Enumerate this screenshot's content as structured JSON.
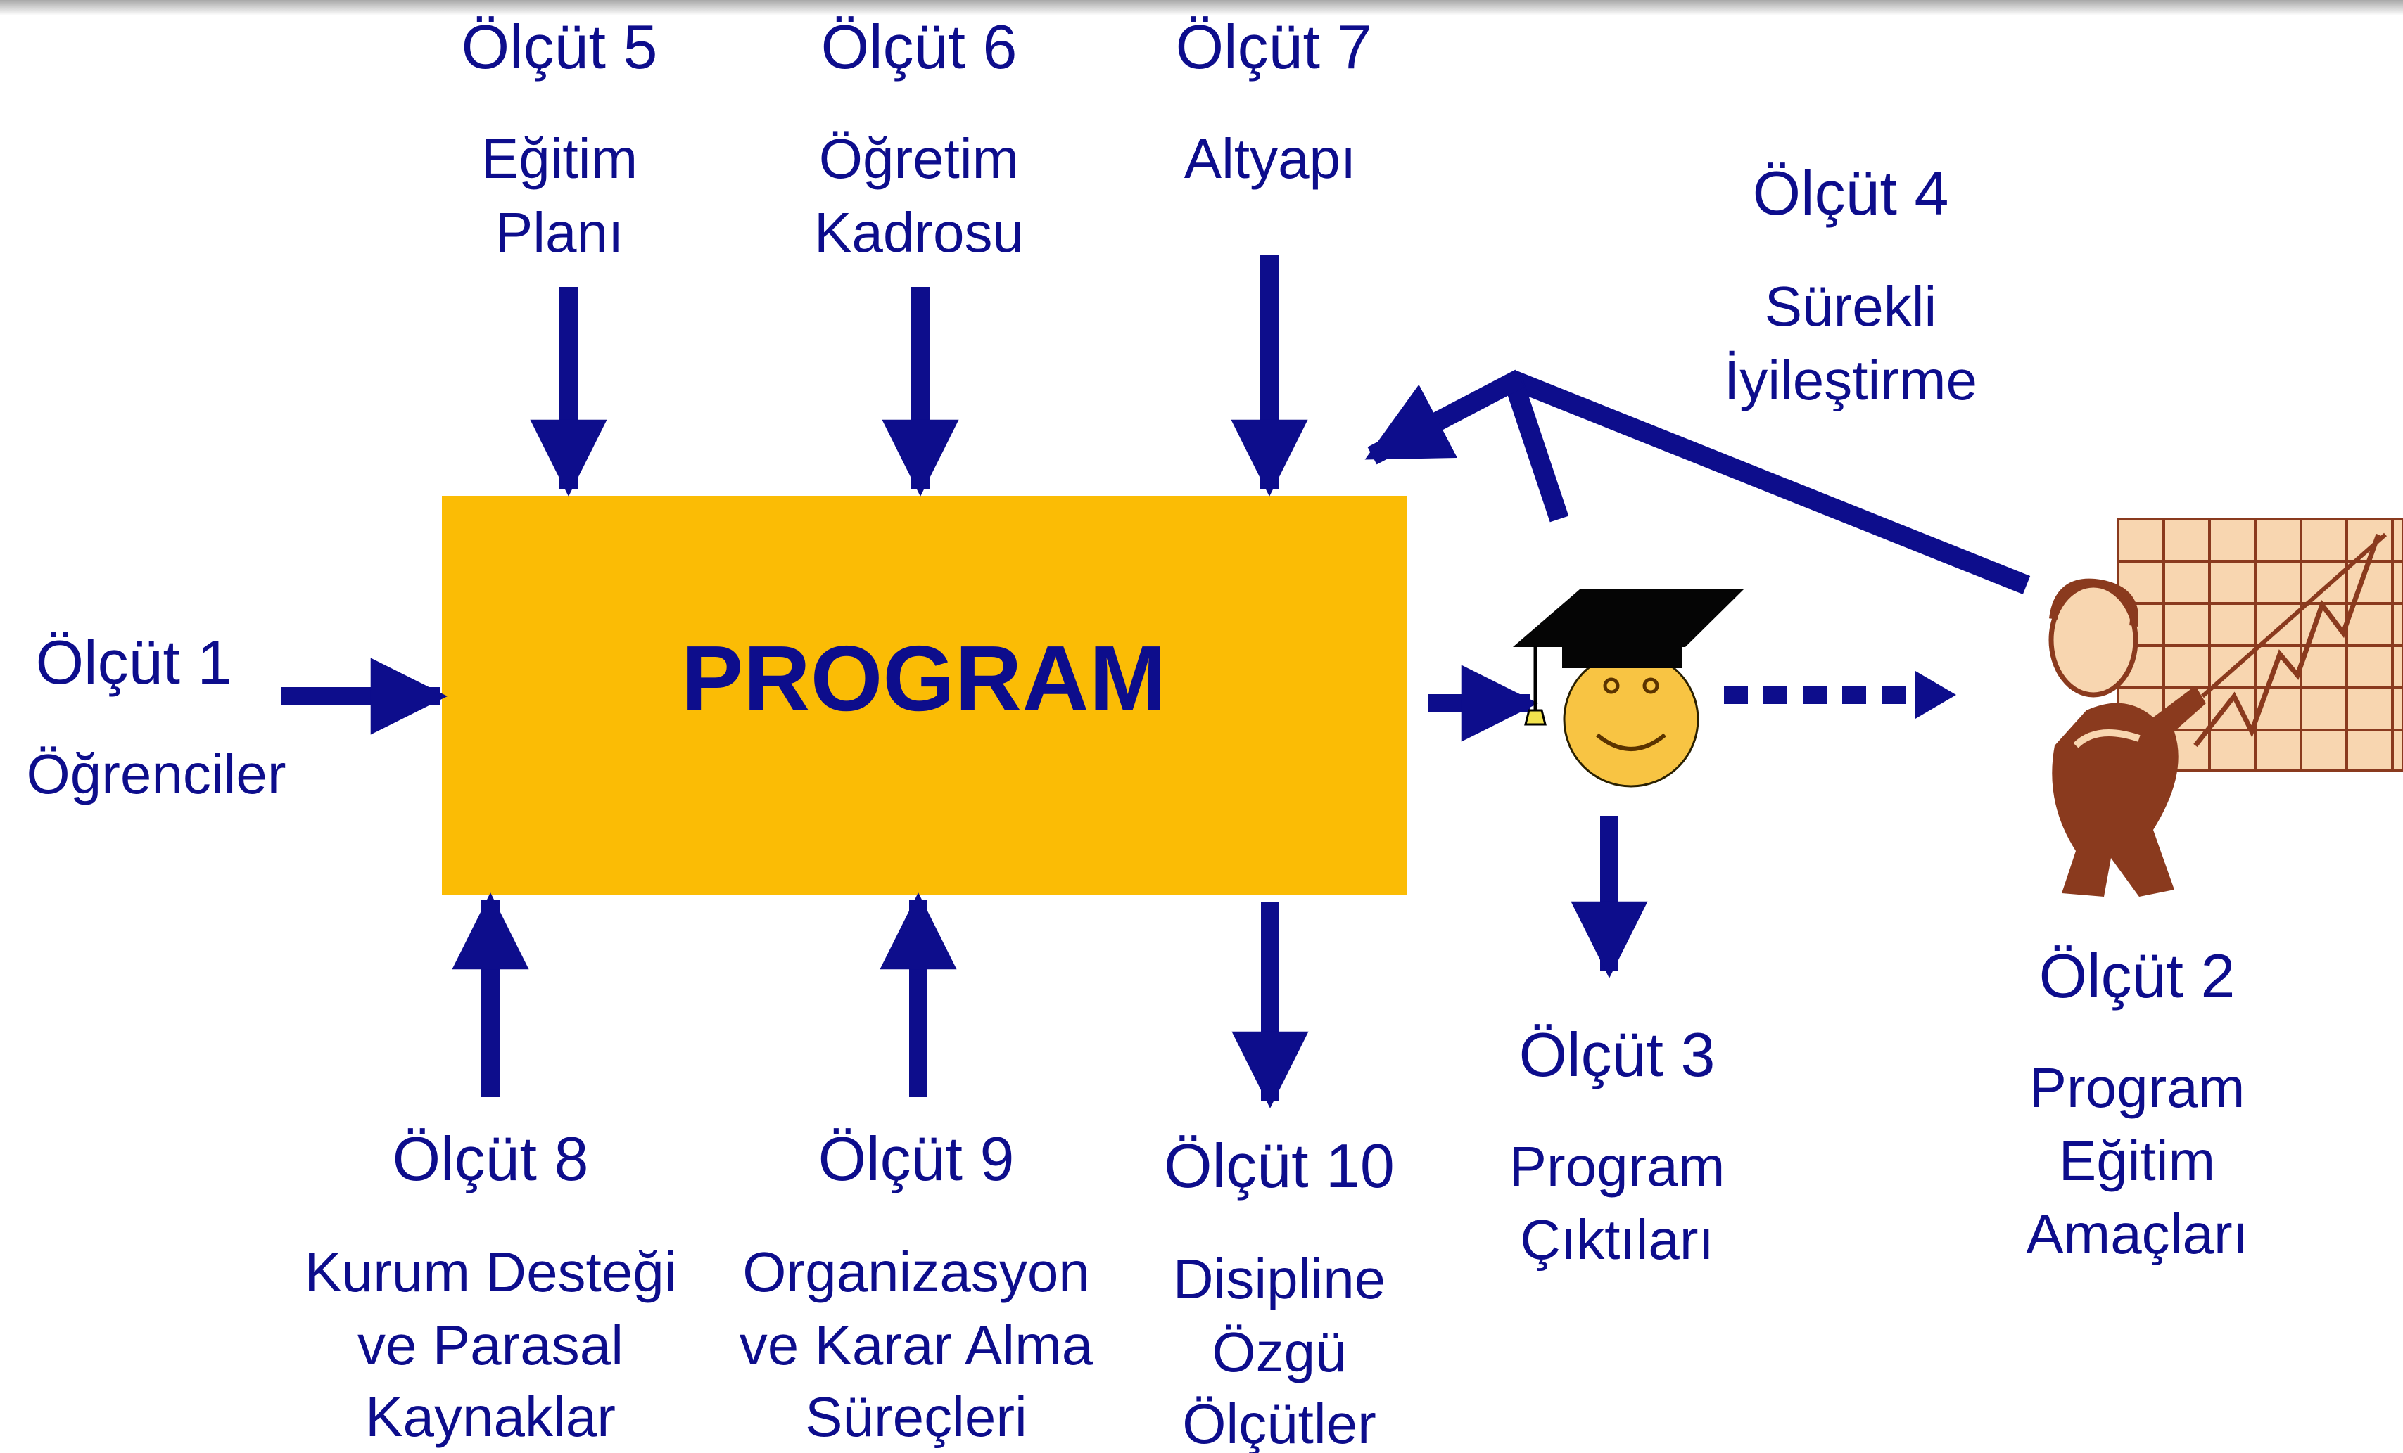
{
  "colors": {
    "arrow": "#0d0d8c",
    "program_box": "#fbbc05",
    "smiley_face": "#f8c443",
    "professor_skin": "#8a3a1e",
    "chart_grid": "#f8d6b0"
  },
  "program_label": "PROGRAM",
  "criteria": [
    {
      "id": "c1",
      "title": "Ölçüt 1",
      "lines": [
        "Öğrenciler"
      ]
    },
    {
      "id": "c2",
      "title": "Ölçüt 2",
      "lines": [
        "Program",
        "Eğitim",
        "Amaçları"
      ]
    },
    {
      "id": "c3",
      "title": "Ölçüt 3",
      "lines": [
        "Program",
        "Çıktıları"
      ]
    },
    {
      "id": "c4",
      "title": "Ölçüt 4",
      "lines": [
        "Sürekli",
        "İyileştirme"
      ]
    },
    {
      "id": "c5",
      "title": "Ölçüt 5",
      "lines": [
        "Eğitim",
        "Planı"
      ]
    },
    {
      "id": "c6",
      "title": "Ölçüt 6",
      "lines": [
        "Öğretim",
        "Kadrosu"
      ]
    },
    {
      "id": "c7",
      "title": "Ölçüt 7",
      "lines": [
        "Altyapı"
      ]
    },
    {
      "id": "c8",
      "title": "Ölçüt 8",
      "lines": [
        "Kurum Desteği",
        "ve Parasal",
        "Kaynaklar"
      ]
    },
    {
      "id": "c9",
      "title": "Ölçüt 9",
      "lines": [
        "Organizasyon",
        "ve Karar Alma",
        "Süreçleri"
      ]
    },
    {
      "id": "c10",
      "title": "Ölçüt 10",
      "lines": [
        "Disipline",
        "Özgü",
        "Ölçütler"
      ]
    }
  ],
  "icons": {
    "graduate": "graduate-smiley-icon",
    "professor": "professor-chart-icon"
  }
}
